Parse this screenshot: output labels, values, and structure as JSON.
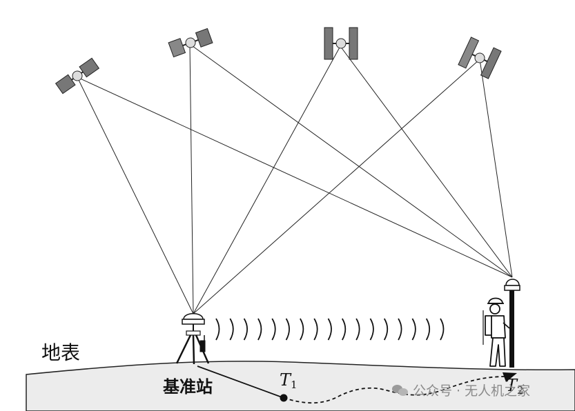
{
  "labels": {
    "ground": "地表",
    "base_station": "基准站",
    "t1_main": "T",
    "t1_sub": "1",
    "t2_main": "T",
    "t2_sub": "2"
  },
  "watermark": {
    "text": "公众号 · 无人机之家",
    "icon": "wechat-icon"
  },
  "satellites": [
    {
      "name": "satellite-1"
    },
    {
      "name": "satellite-2"
    },
    {
      "name": "satellite-3"
    },
    {
      "name": "satellite-4"
    }
  ],
  "radio_wave_count": 17,
  "colors": {
    "ground_fill": "#ececec",
    "line": "#222222",
    "satellite_panel": "#777777"
  }
}
